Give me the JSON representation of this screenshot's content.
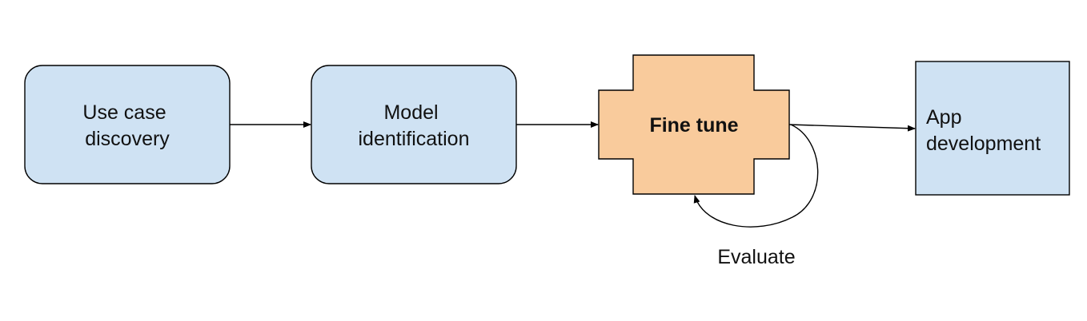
{
  "nodes": {
    "use_case": {
      "line1": "Use case",
      "line2": "discovery"
    },
    "model": {
      "line1": "Model",
      "line2": "identification"
    },
    "fine_tune": {
      "label": "Fine tune"
    },
    "app": {
      "line1": "App",
      "line2": "development"
    }
  },
  "edges": {
    "loop_label": "Evaluate"
  },
  "colors": {
    "box_fill": "#cfe2f3",
    "highlight_fill": "#f9cb9c",
    "stroke": "#000000"
  }
}
